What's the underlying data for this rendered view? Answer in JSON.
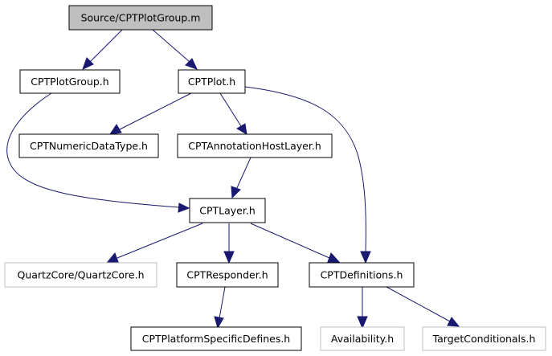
{
  "diagram": {
    "nodes": {
      "plotgroup_m": "Source/CPTPlotGroup.m",
      "plotgroup_h": "CPTPlotGroup.h",
      "plot_h": "CPTPlot.h",
      "numeric": "CPTNumericDataType.h",
      "annotation": "CPTAnnotationHostLayer.h",
      "layer": "CPTLayer.h",
      "quartz": "QuartzCore/QuartzCore.h",
      "responder": "CPTResponder.h",
      "definitions": "CPTDefinitions.h",
      "platform": "CPTPlatformSpecificDefines.h",
      "availability": "Availability.h",
      "target": "TargetConditionals.h"
    },
    "edges": [
      [
        "plotgroup_m",
        "plotgroup_h"
      ],
      [
        "plotgroup_m",
        "plot_h"
      ],
      [
        "plotgroup_h",
        "layer"
      ],
      [
        "plot_h",
        "numeric"
      ],
      [
        "plot_h",
        "annotation"
      ],
      [
        "plot_h",
        "definitions"
      ],
      [
        "annotation",
        "layer"
      ],
      [
        "layer",
        "quartz"
      ],
      [
        "layer",
        "responder"
      ],
      [
        "layer",
        "definitions"
      ],
      [
        "responder",
        "platform"
      ],
      [
        "definitions",
        "availability"
      ],
      [
        "definitions",
        "target"
      ]
    ]
  }
}
